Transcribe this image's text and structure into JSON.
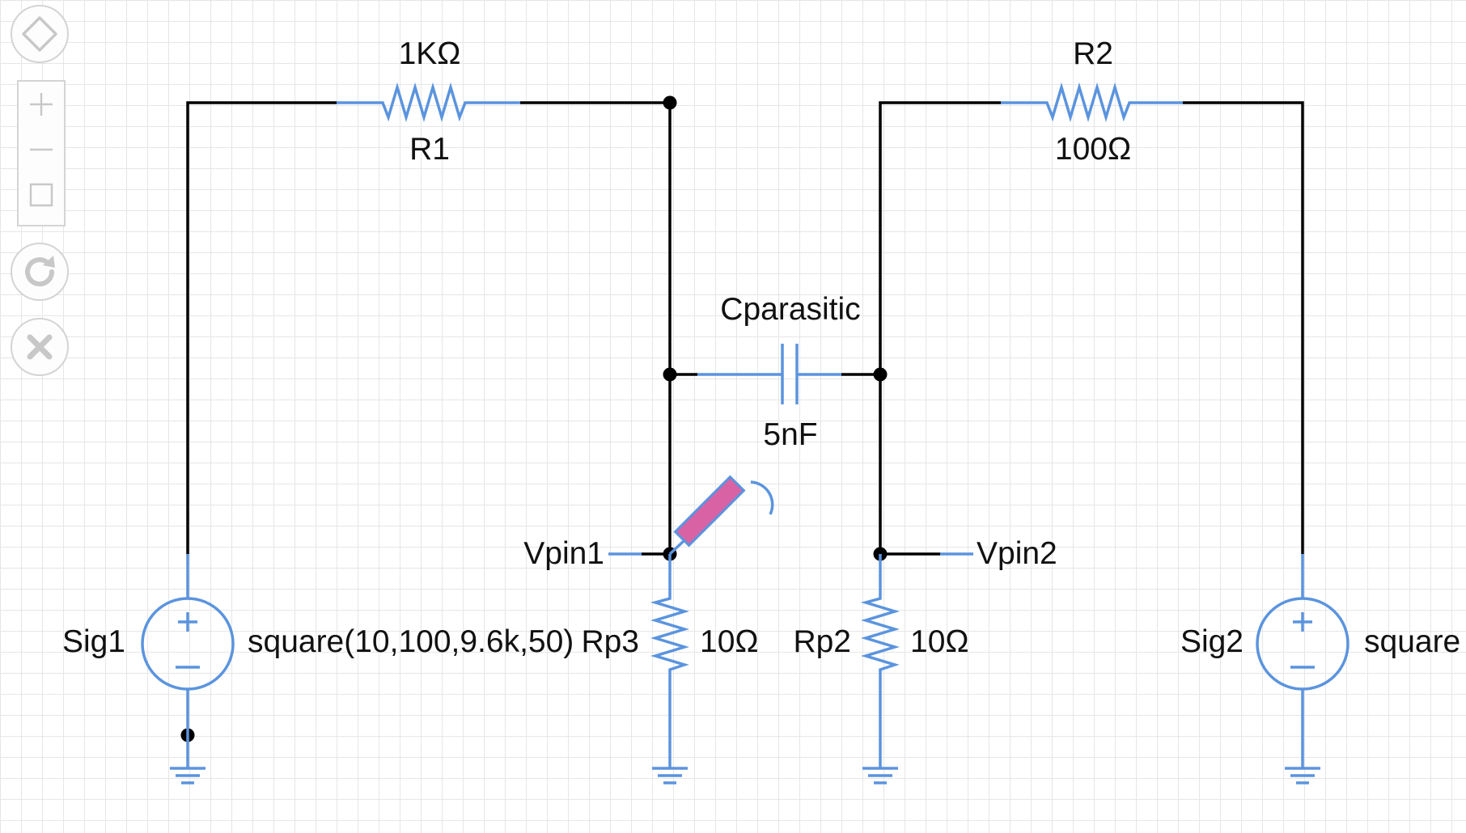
{
  "toolbar": {
    "items": [
      {
        "name": "pan-icon"
      },
      {
        "name": "zoom-in-icon"
      },
      {
        "name": "zoom-out-icon"
      },
      {
        "name": "zoom-fit-icon"
      },
      {
        "name": "rotate-icon"
      },
      {
        "name": "delete-icon"
      }
    ]
  },
  "colors": {
    "wire": "#000000",
    "component": "#5b94de",
    "probe": "#d862a4",
    "grid": "#e6e6e6",
    "toolbar_icon": "#c8c8c8"
  },
  "circuit": {
    "r1": {
      "name": "R1",
      "value": "1KΩ"
    },
    "r2": {
      "name": "R2",
      "value": "100Ω"
    },
    "cap": {
      "name": "Cparasitic",
      "value": "5nF"
    },
    "rp3": {
      "name": "Rp3",
      "value": "10Ω"
    },
    "rp2": {
      "name": "Rp2",
      "value": "10Ω"
    },
    "sig1": {
      "name": "Sig1",
      "value": "square(10,100,9.6k,50)"
    },
    "sig2": {
      "name": "Sig2",
      "value": "square"
    },
    "vpin1": "Vpin1",
    "vpin2": "Vpin2"
  }
}
